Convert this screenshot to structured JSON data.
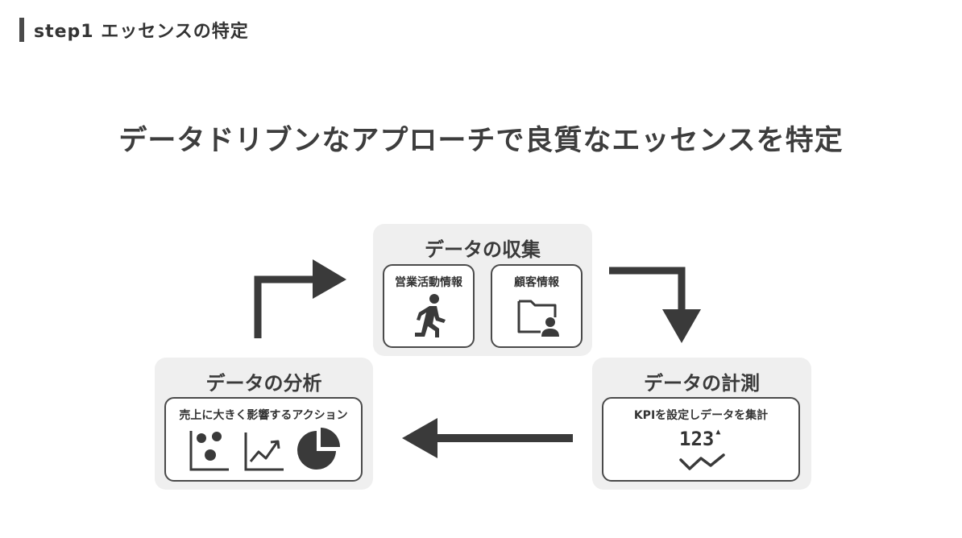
{
  "header": {
    "step_label": "step1 エッセンスの特定"
  },
  "main_title": "データドリブンなアプローチで良質なエッセンスを特定",
  "collect": {
    "title": "データの収集",
    "card_sales": "営業活動情報",
    "card_customer": "顧客情報"
  },
  "measure": {
    "title": "データの計測",
    "card_label": "KPIを設定しデータを集計",
    "metric_text": "123"
  },
  "analyze": {
    "title": "データの分析",
    "card_label": "売上に大きく影響するアクション"
  },
  "icons": [
    "running-person-icon",
    "folder-person-icon",
    "kpi-number-icon",
    "trend-zigzag-icon",
    "scatter-chart-icon",
    "line-chart-icon",
    "pie-chart-icon"
  ],
  "colors": {
    "panel": "#efefef",
    "ink": "#4a4a4a",
    "text": "#3b3b3b"
  }
}
